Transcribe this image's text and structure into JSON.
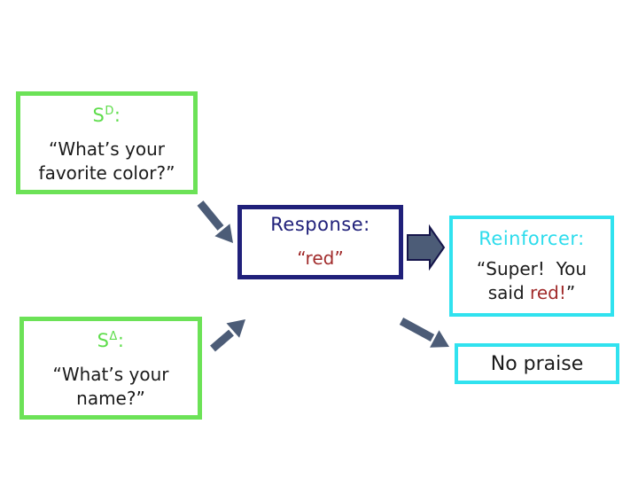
{
  "slide": {
    "background": "#ffffff",
    "colors": {
      "green_border": "#6ce257",
      "green_text": "#5fdd4c",
      "navy": "#20207a",
      "cyan": "#30e2ef",
      "dark_red": "#a12b2b",
      "body_text": "#1b1b1b",
      "arrow_fill": "#4c5c77",
      "block_arrow_outline": "#15154a"
    },
    "boxes": {
      "sd": {
        "label_base": "S",
        "label_sup": "D",
        "label_colon": ":",
        "line1": "“What’s your",
        "line2": "favorite color?”"
      },
      "response": {
        "title": "Response:",
        "value": "“red”"
      },
      "reinforcer": {
        "title": "Reinforcer:",
        "line1": "“Super!  You",
        "line2_pre": "said ",
        "line2_red": "red!",
        "line2_close": "”"
      },
      "sdelta": {
        "label_base": "S",
        "label_sup": "Δ",
        "label_colon": ":",
        "line1": "“What’s your",
        "line2": "name?”"
      },
      "no_praise": {
        "text": "No praise"
      }
    },
    "icons": {
      "arrow_sd_to_response": "arrow-down-right",
      "arrow_response_to_reinforcer": "block-arrow-right",
      "arrow_sdelta_to_response": "arrow-up-right",
      "arrow_response_to_no_praise": "arrow-down-right"
    }
  }
}
